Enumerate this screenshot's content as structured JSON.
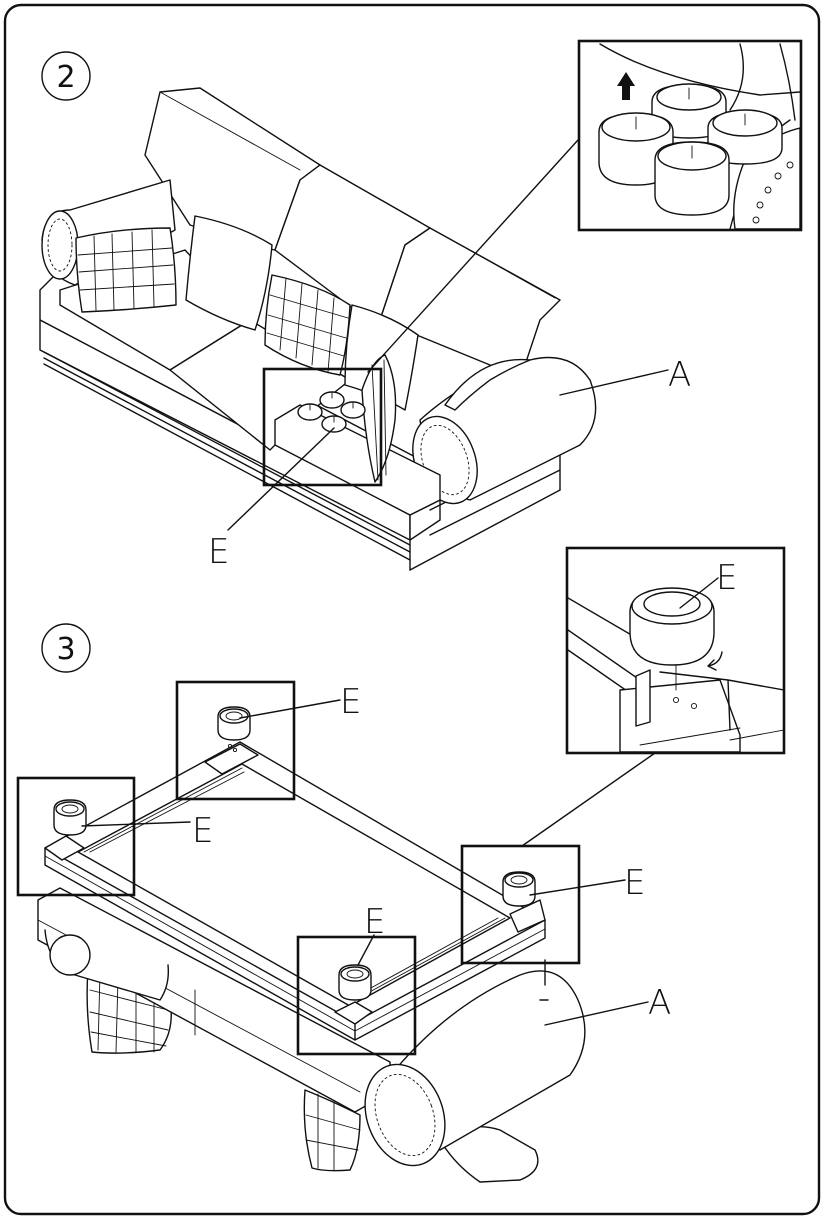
{
  "steps": [
    {
      "number": "2",
      "labels": {
        "part_a": "A",
        "part_e": "E"
      }
    },
    {
      "number": "3",
      "labels": {
        "part_a": "A",
        "part_e_1": "E",
        "part_e_2": "E",
        "part_e_3": "E",
        "part_e_4": "E",
        "part_e_detail": "E"
      }
    }
  ],
  "icons": {
    "arrow": "arrow-up-icon",
    "rotate": "rotate-arrow-icon"
  }
}
